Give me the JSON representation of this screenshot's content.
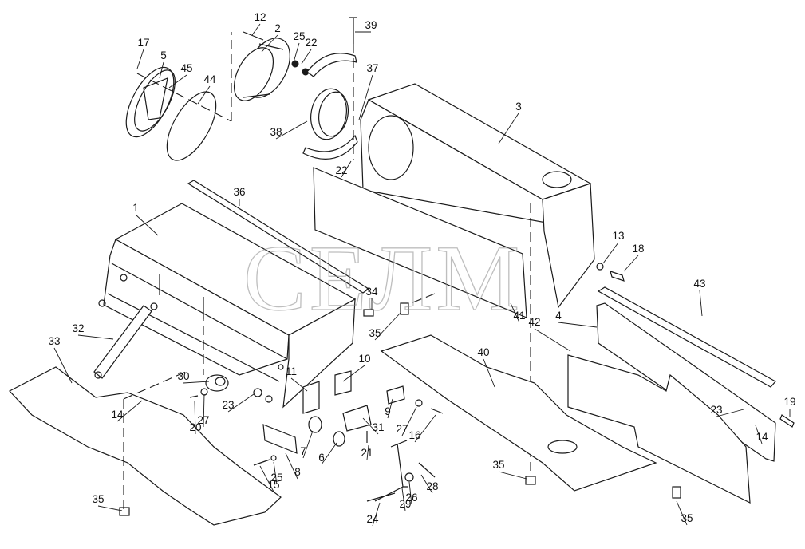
{
  "watermark": "СЕЛМ",
  "callouts": [
    "1",
    "2",
    "3",
    "4",
    "5",
    "6",
    "7",
    "8",
    "9",
    "10",
    "11",
    "12",
    "13",
    "14",
    "14",
    "15",
    "16",
    "17",
    "18",
    "19",
    "20",
    "21",
    "22",
    "22",
    "23",
    "23",
    "24",
    "25",
    "25",
    "26",
    "27",
    "27",
    "28",
    "29",
    "30",
    "31",
    "32",
    "33",
    "34",
    "35",
    "35",
    "35",
    "35",
    "36",
    "37",
    "38",
    "39",
    "40",
    "41",
    "42",
    "43",
    "44",
    "45"
  ],
  "colors": {
    "ink": "#1a1a1a",
    "background": "#ffffff",
    "watermark": "#8a8a8a"
  }
}
